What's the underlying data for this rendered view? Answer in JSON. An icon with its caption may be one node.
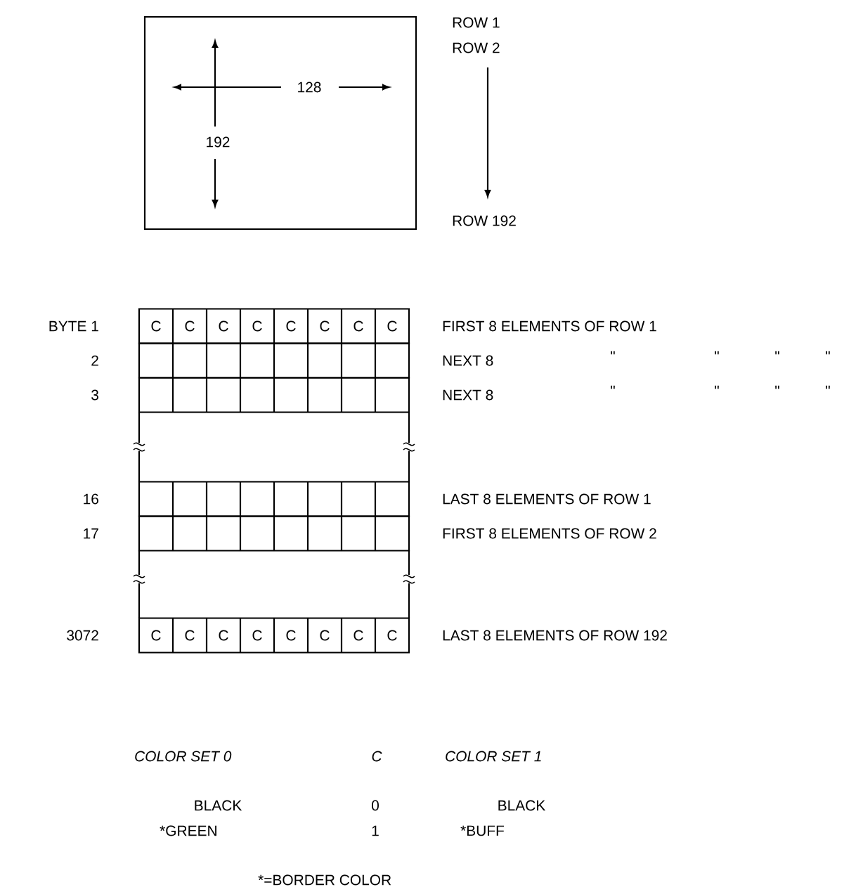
{
  "diagram": {
    "nodes": [
      {
        "text": [],
        "shape": "box"
      },
      {
        "text": [
          "C",
          "C",
          "C",
          "C",
          "C",
          "C",
          "C",
          "C"
        ]
      },
      {
        "text": [],
        "shape": "box"
      },
      {
        "text": [],
        "shape": "box"
      },
      {
        "text": [],
        "shape": "box"
      },
      {
        "text": [],
        "shape": "box"
      },
      {
        "text": [
          "C",
          "C",
          "C",
          "C",
          "C",
          "C",
          "C",
          "C"
        ]
      }
    ],
    "edges": [],
    "labels": [
      "128",
      "192",
      "ROW 1",
      "ROW 2",
      "ROW 192",
      "BYTE 1",
      "FIRST 8 ELEMENTS OF ROW 1",
      "2",
      "NEXT 8",
      "\"",
      "\"",
      "\"",
      "\"",
      "3",
      "NEXT 8",
      "\"",
      "\"",
      "\"",
      "\"",
      "16",
      "LAST 8 ELEMENTS OF ROW 1",
      "17",
      "FIRST 8 ELEMENTS OF ROW 2",
      "3072",
      "LAST 8 ELEMENTS OF ROW 192",
      "COLOR SET 0",
      "C",
      "COLOR SET 1",
      "BLACK",
      "0",
      "BLACK",
      "*GREEN",
      "1",
      "*BUFF",
      "*=BORDER COLOR"
    ]
  }
}
